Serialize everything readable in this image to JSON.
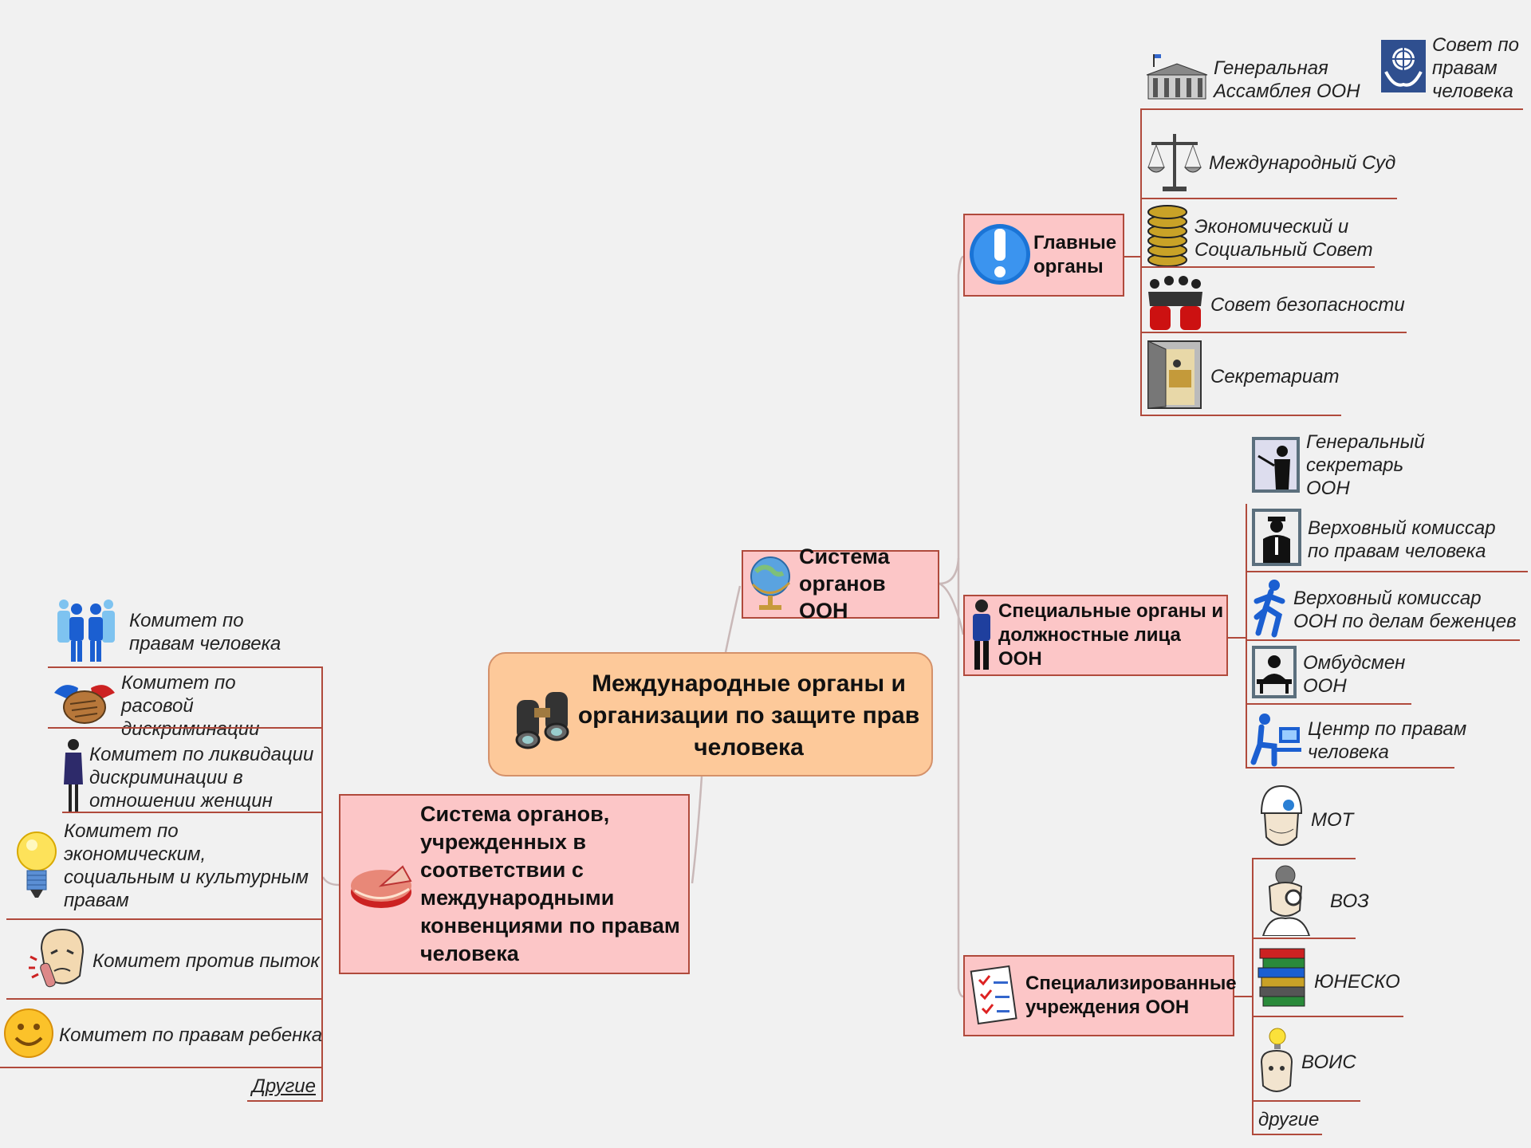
{
  "central": {
    "label": "Международные органы и организации по защите прав человека",
    "icon": "binoculars-icon"
  },
  "un_system": {
    "label": "Система органов ООН",
    "icon": "globe-icon"
  },
  "treaty_system": {
    "label": "Система органов, учрежденных в соответствии с международными конвенциями по правам человека",
    "icon": "cake-icon"
  },
  "main_organs": {
    "label": "Главные органы",
    "icon": "exclamation-icon",
    "items": [
      {
        "label": "Генеральная Ассамблея ООН",
        "icon": "building-icon"
      },
      {
        "label": "Совет по правам человека",
        "icon": "globe-hands-icon"
      },
      {
        "label": "Международный Суд",
        "icon": "scales-icon"
      },
      {
        "label": "Экономический и Социальный Совет",
        "icon": "coins-icon"
      },
      {
        "label": "Совет безопасности",
        "icon": "people-group-icon"
      },
      {
        "label": "Секретариат",
        "icon": "office-door-icon"
      }
    ]
  },
  "special_organs": {
    "label": "Специальные органы и должностные лица ООН",
    "icon": "businessman-icon",
    "items": [
      {
        "label": "Генеральный секретарь ООН",
        "icon": "presenter-icon"
      },
      {
        "label": "Верховный комиссар по правам человека",
        "icon": "officer-icon"
      },
      {
        "label": "Верховный комиссар ООН по делам беженцев",
        "icon": "running-man-icon"
      },
      {
        "label": "Омбудсмен ООН",
        "icon": "desk-person-icon"
      },
      {
        "label": "Центр по правам человека",
        "icon": "computer-user-icon"
      }
    ]
  },
  "agencies": {
    "label": "Специализированные учреждения ООН",
    "icon": "checklist-icon",
    "items": [
      {
        "label": "МОТ",
        "icon": "hardhat-icon"
      },
      {
        "label": "ВОЗ",
        "icon": "doctor-icon"
      },
      {
        "label": "ЮНЕСКО",
        "icon": "books-icon"
      },
      {
        "label": "ВОИС",
        "icon": "idea-head-icon"
      },
      {
        "label": "другие"
      }
    ]
  },
  "committees": {
    "items": [
      {
        "label": "Комитет по правам человека",
        "icon": "people-icon"
      },
      {
        "label": "Комитет по расовой дискриминации",
        "icon": "handshake-icon"
      },
      {
        "label": "Комитет по ликвидации дискриминации в отношении женщин",
        "icon": "woman-icon"
      },
      {
        "label": "Комитет по экономическим, социальным и культурным правам",
        "icon": "lightbulb-icon"
      },
      {
        "label": "Комитет против пыток",
        "icon": "pained-face-icon"
      },
      {
        "label": "Комитет по правам ребенка",
        "icon": "smiley-icon"
      },
      {
        "label": "Другие"
      }
    ]
  },
  "colors": {
    "node_fill": "#fcc6c7",
    "node_border": "#b04a3c",
    "central_fill": "#fdc99a",
    "background": "#f1f1f1"
  }
}
